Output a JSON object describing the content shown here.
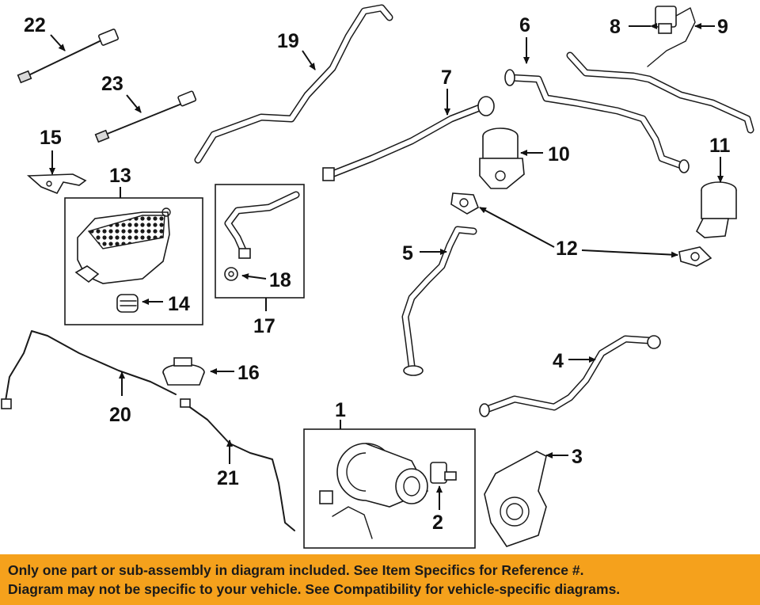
{
  "labels": {
    "p1": "1",
    "p2": "2",
    "p3": "3",
    "p4": "4",
    "p5": "5",
    "p6": "6",
    "p7": "7",
    "p8": "8",
    "p9": "9",
    "p10": "10",
    "p11": "11",
    "p12": "12",
    "p13": "13",
    "p14": "14",
    "p15": "15",
    "p16": "16",
    "p17": "17",
    "p18": "18",
    "p19": "19",
    "p20": "20",
    "p21": "21",
    "p22": "22",
    "p23": "23"
  },
  "footer": {
    "line1": "Only one part or sub-assembly in diagram included. See Item Specifics for Reference #.",
    "line2": "Diagram may not be specific to your vehicle. See Compatibility for vehicle-specific diagrams."
  },
  "colors": {
    "footer_bg": "#f5a11c",
    "ink": "#1a1a1a"
  }
}
